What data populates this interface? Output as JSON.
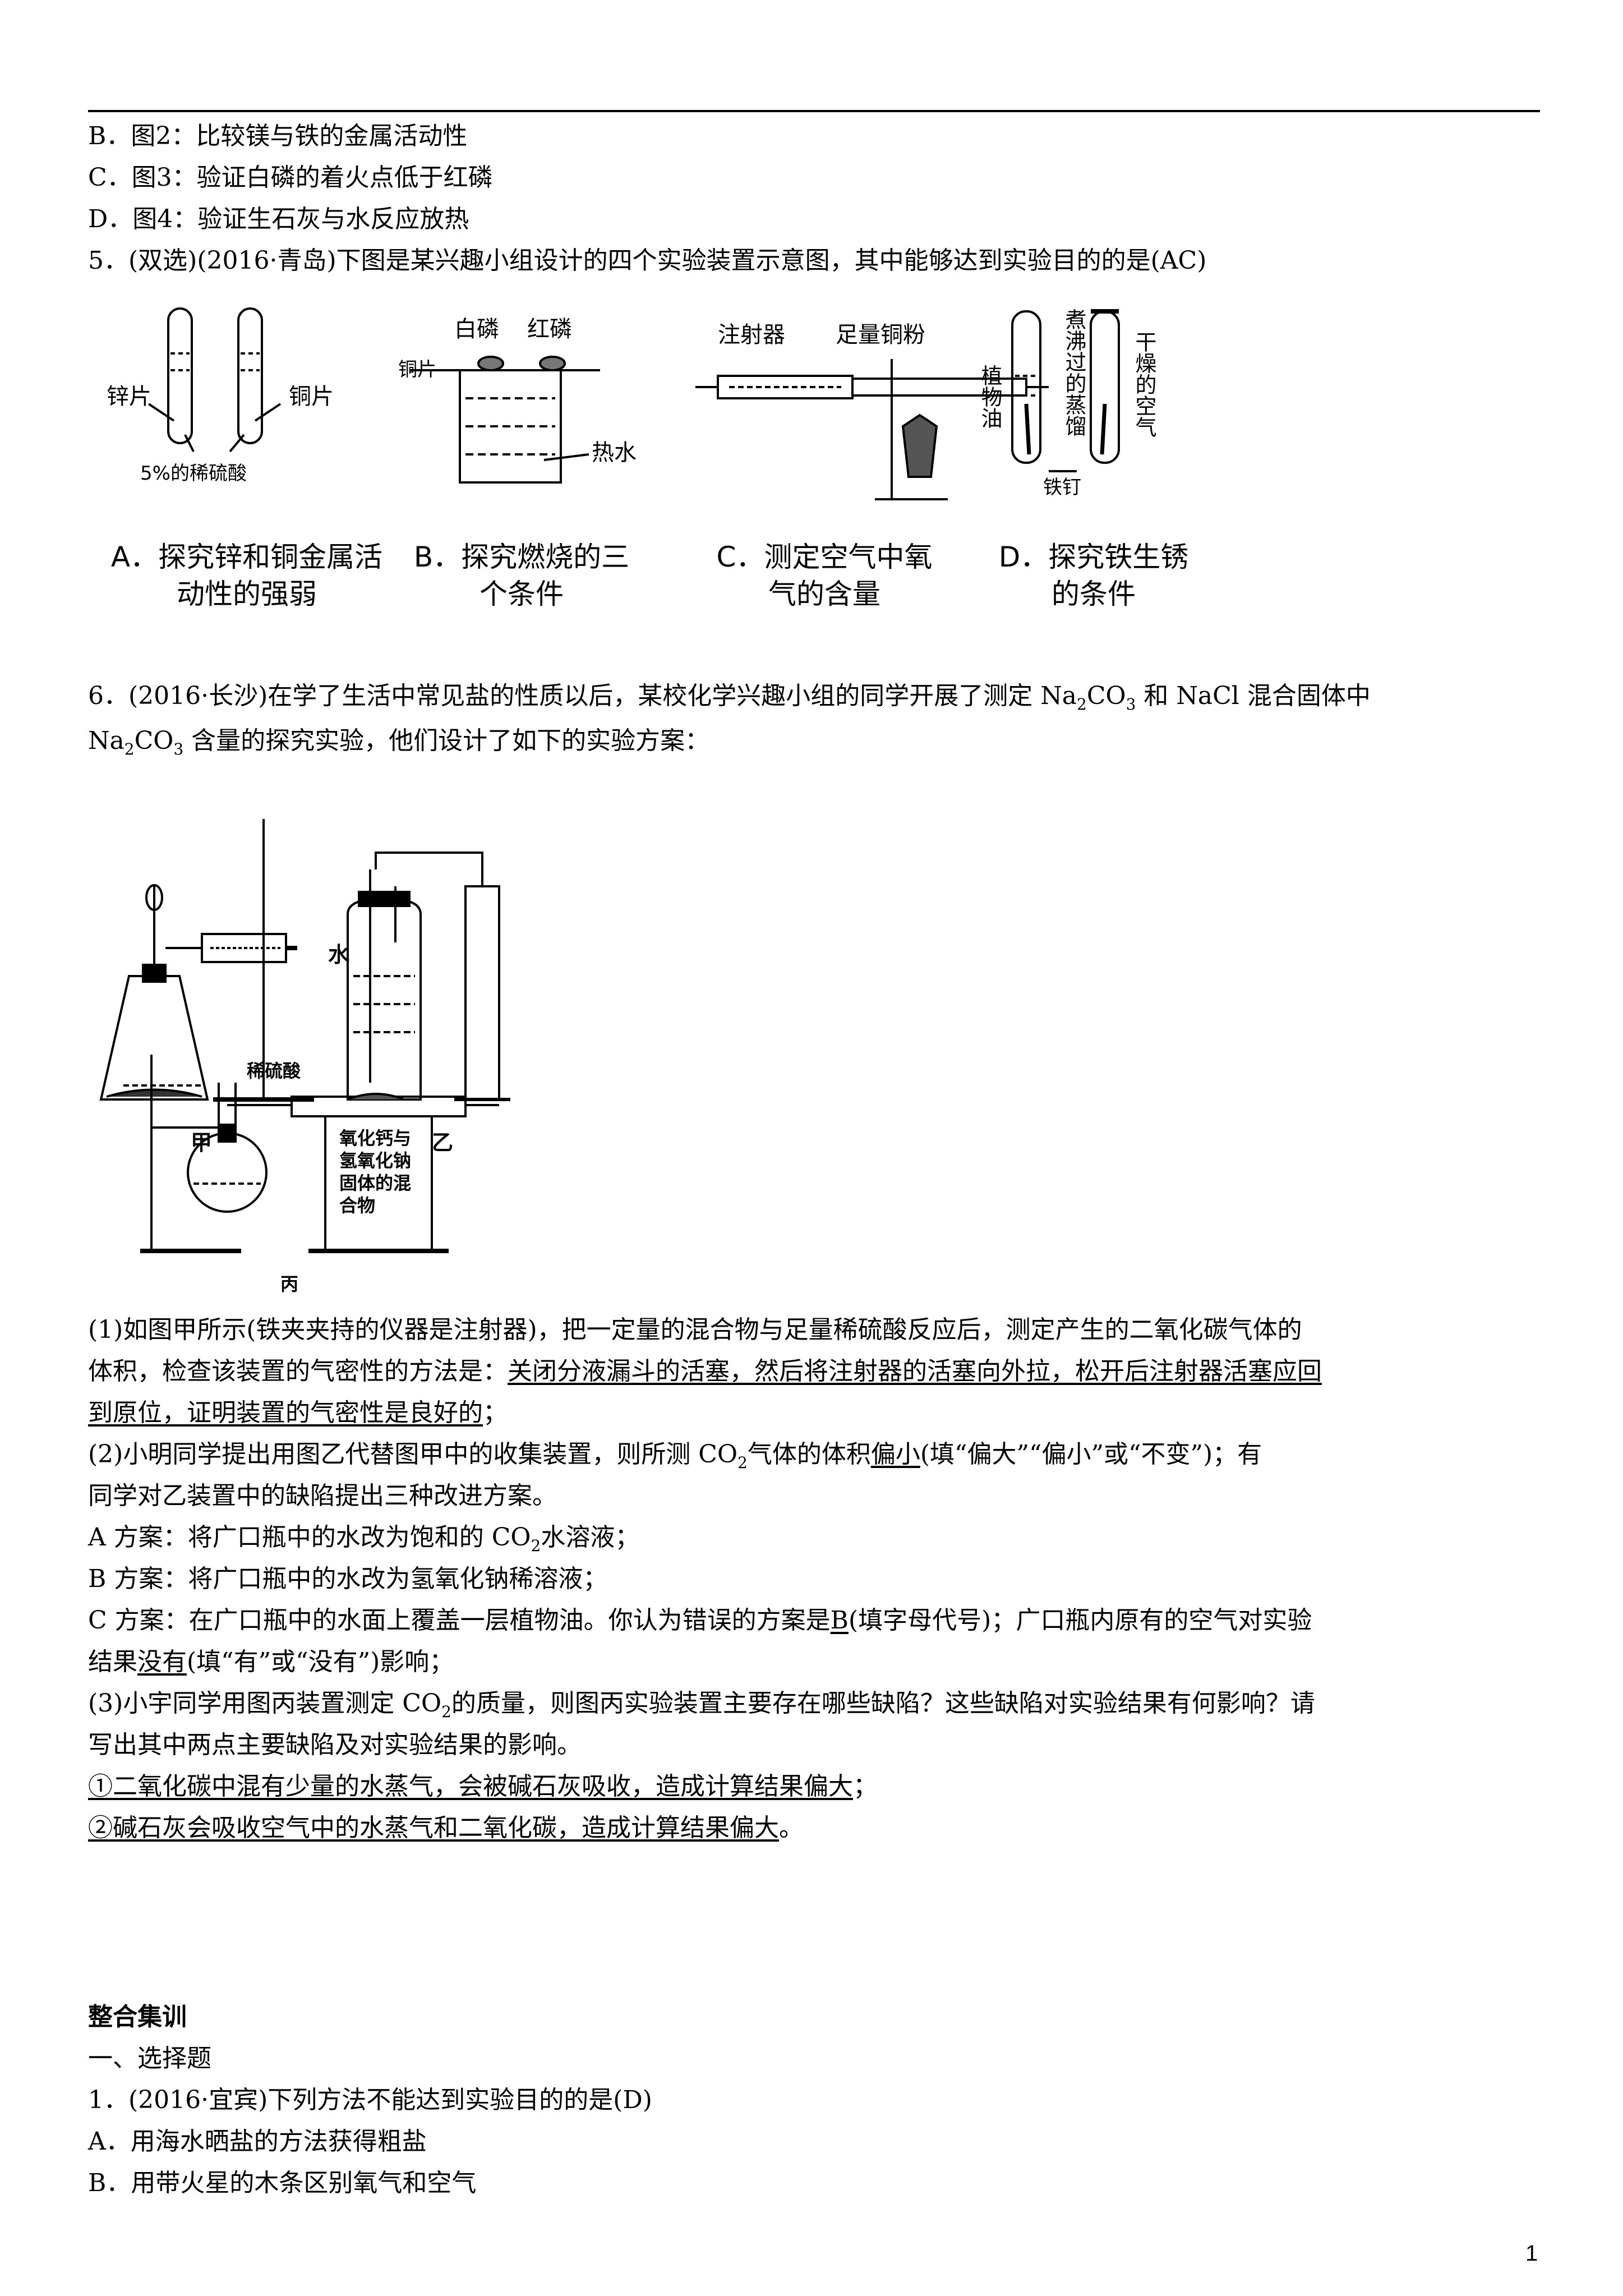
{
  "lines": {
    "b": "B．图2：比较镁与铁的金属活动性",
    "c": "C．图3：验证白磷的着火点低于红磷",
    "d": "D．图4：验证生石灰与水反应放热",
    "q5": "5．(双选)(2016·青岛)下图是某兴趣小组设计的四个实验装置示意图，其中能够达到实验目的的是(AC)",
    "q6a": "6．(2016·长沙)在学了生活中常见盐的性质以后，某校化学兴趣小组的同学开展了测定",
    "q6a_na2co3": "Na",
    "q6a_and": "和 NaCl 混合固体中",
    "q6b_tail": "含量的探究实验，他们设计了如下的实验方案：",
    "p1a": "(1)如图甲所示(铁夹夹持的仪器是注射器)，把一定量的混合物与足量稀硫酸反应后，测定产生的二氧化碳气体的",
    "p1b_pre": "体积，检查该装置的气密性的方法是：",
    "p1b_ans": "关闭分液漏斗的活塞，然后将注射器的活塞向外拉，松开后注射器活塞应回",
    "p1c_ans": "到原位，证明装置的气密性是良好的",
    "p1c_post": "；",
    "p2a_pre": "(2)小明同学提出用图乙代替图甲中的收集装置，则所测 CO",
    "p2a_mid": "气体的体积",
    "p2a_ans": "偏小",
    "p2a_post": "(填“偏大”“偏小”或“不变”)；有",
    "p2b": "同学对乙装置中的缺陷提出三种改进方案。",
    "pa_pre": "A 方案：将广口瓶中的水改为饱和的 CO",
    "pa_post": "水溶液；",
    "pb": "B 方案：将广口瓶中的水改为氢氧化钠稀溶液；",
    "pc_pre": "C 方案：在广口瓶中的水面上覆盖一层植物油。你认为错误的方案是",
    "pc_ans": "B",
    "pc_post": "(填字母代号)；广口瓶内原有的空气对实验",
    "pd_pre": "结果",
    "pd_ans": "没有",
    "pd_post": "(填“有”或“没有”)影响；",
    "p3a_pre": "(3)小宇同学用图丙装置测定 CO",
    "p3a_post": "的质量，则图丙实验装置主要存在哪些缺陷？这些缺陷对实验结果有何影响？请",
    "p3b": "写出其中两点主要缺陷及对实验结果的影响。",
    "ans1": "①二氧化碳中混有少量的水蒸气，会被碱石灰吸收，造成计算结果偏大",
    "ans1_post": "；",
    "ans2": "②碱石灰会吸收空气中的水蒸气和二氧化碳，造成计算结果偏大",
    "ans2_post": "。",
    "sec_title": "整合集训",
    "sec_sub": "一、选择题",
    "q1": "1．(2016·宜宾)下列方法不能达到实验目的的是(D)",
    "q1a": "A．用海水晒盐的方法获得粗盐",
    "q1b": "B．用带火星的木条区别氧气和空气"
  },
  "subs": {
    "two": "2",
    "three": "3"
  },
  "fig5": {
    "a_left": "锌片",
    "a_right": "铜片",
    "a_acid": "5%的稀硫酸",
    "a_cap1": "A．探究锌和铜金属活",
    "a_cap2": "动性的强弱",
    "b_white": "白磷",
    "b_red": "红磷",
    "b_copper": "铜片",
    "b_water": "热水",
    "b_cap1": "B．探究燃烧的三",
    "b_cap2": "个条件",
    "c_syringe": "注射器",
    "c_copper": "足量铜粉",
    "c_cap1": "C．测定空气中氧",
    "c_cap2": "气的含量",
    "d_boiled": "煮沸过的蒸馏",
    "d_oil": "植物油",
    "d_dry": "干燥的空气",
    "d_nail": "铁钉",
    "d_cap1": "D．探究铁生锈",
    "d_cap2": "的条件"
  },
  "fig6": {
    "jia": "甲",
    "yi": "乙",
    "water": "水",
    "bing": "丙",
    "acid": "稀硫酸",
    "mix1": "氧化钙与",
    "mix2": "氢氧化钠",
    "mix3": "固体的混",
    "mix4": "合物"
  },
  "page_number": "1"
}
